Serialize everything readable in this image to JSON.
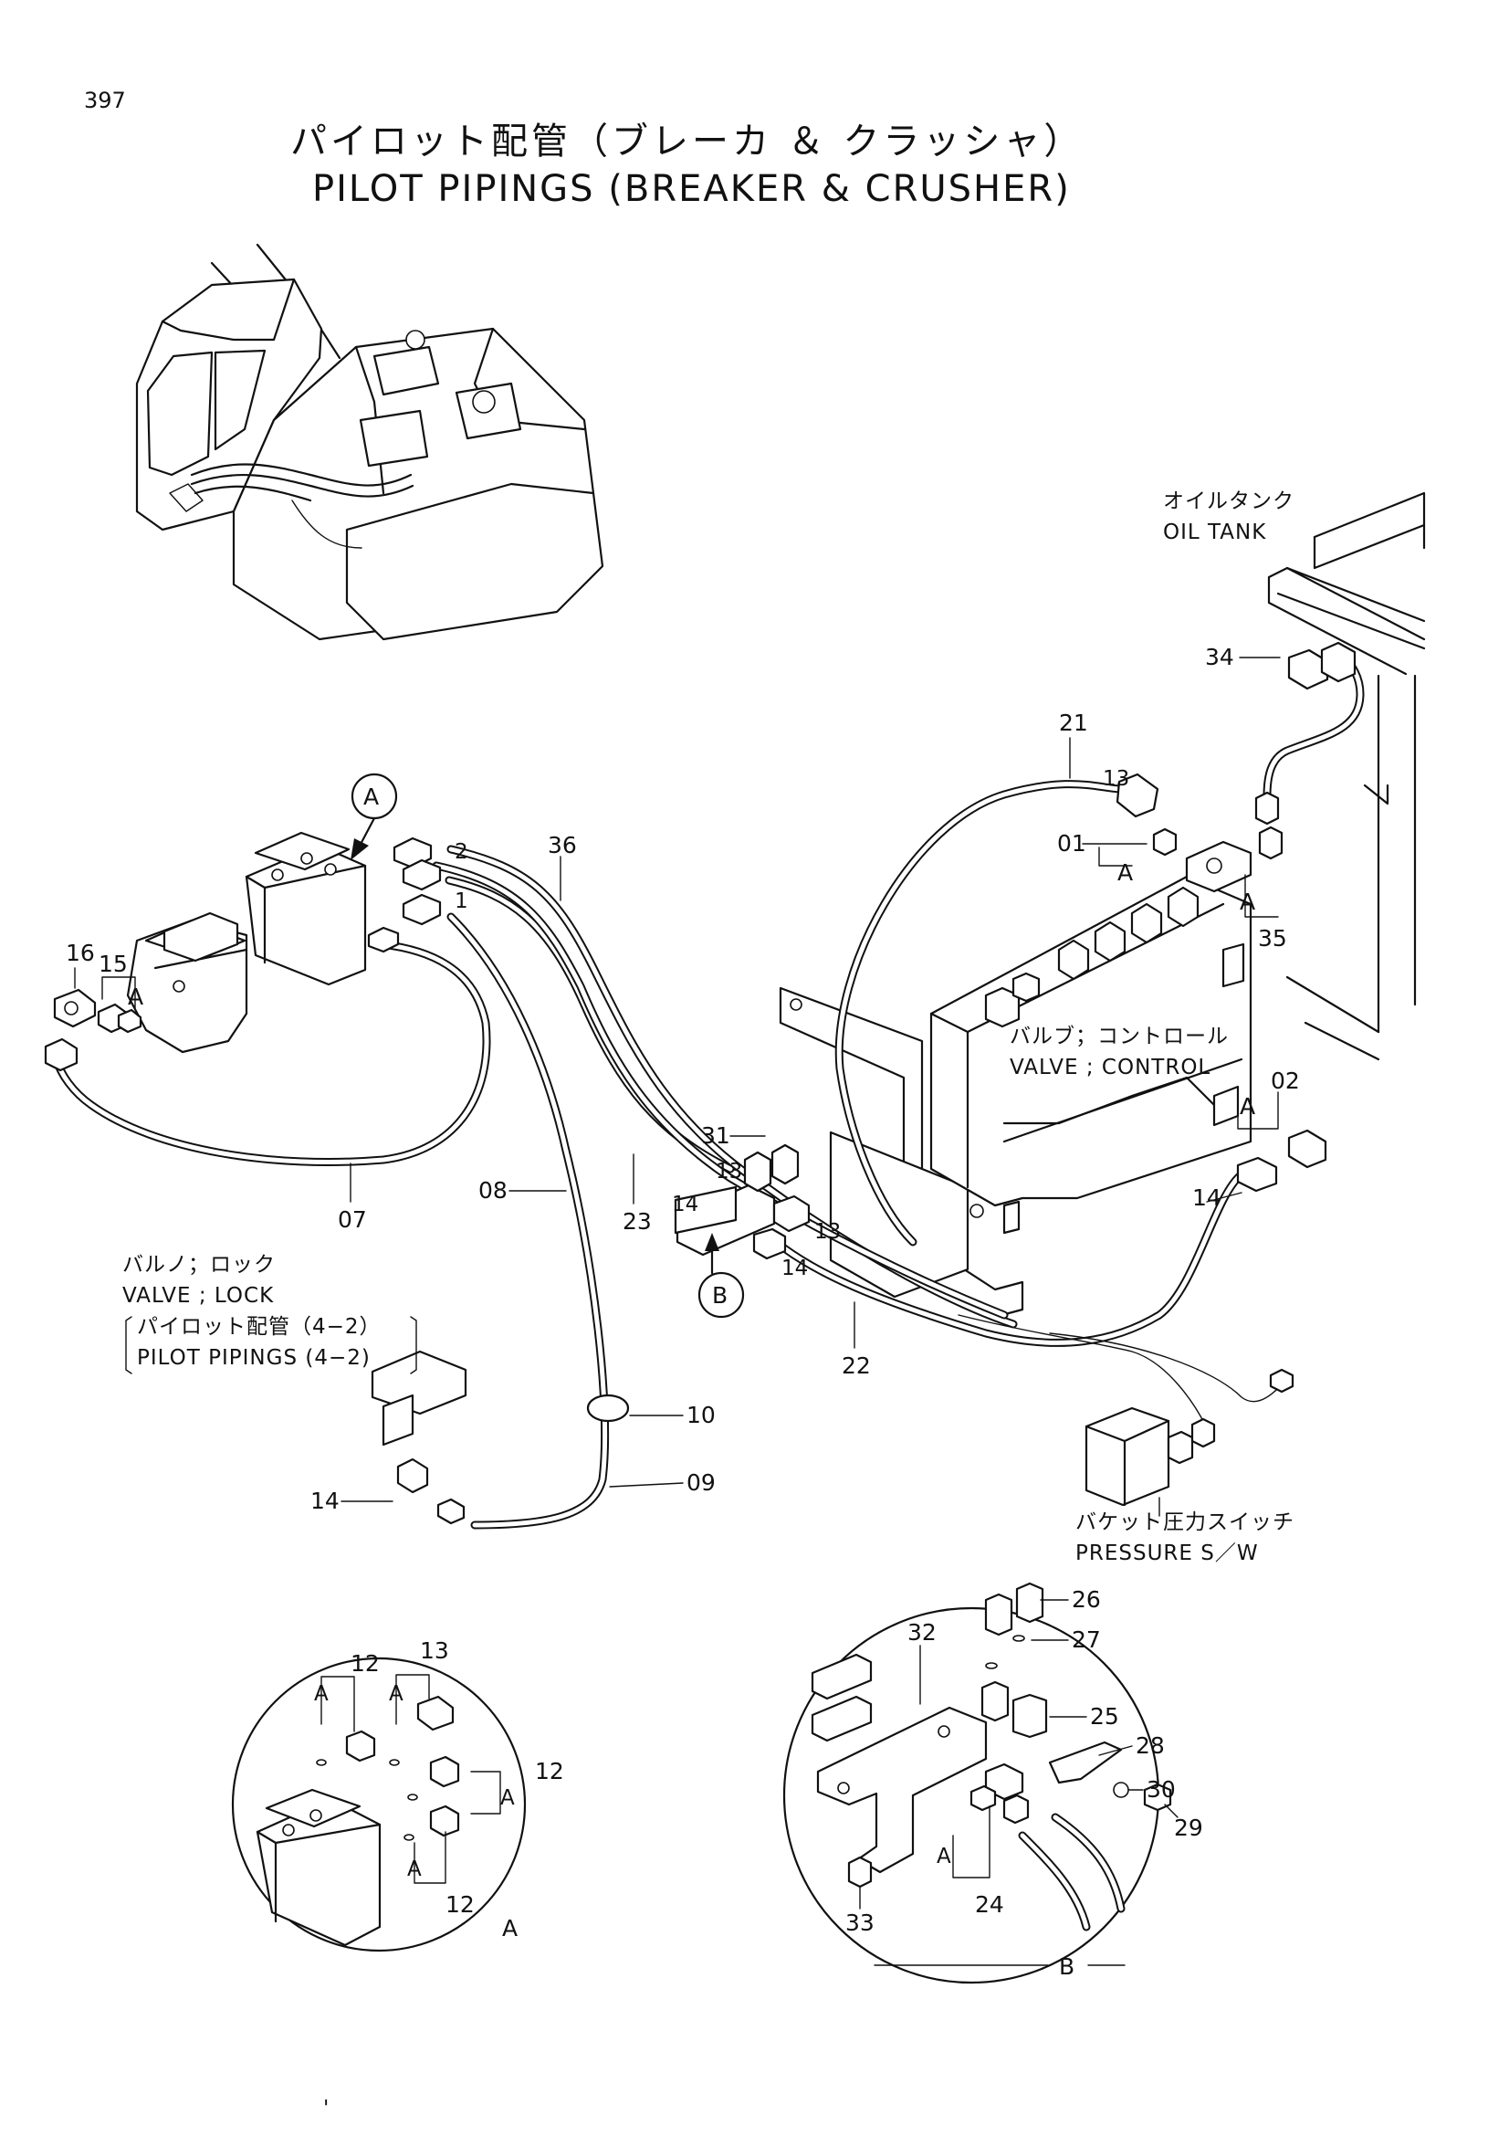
{
  "page_number": "397",
  "title": {
    "jp": "パイロット配管（ブレーカ ＆ クラッシャ）",
    "en": "PILOT  PIPINGS  (BREAKER  &  CRUSHER)"
  },
  "callouts": {
    "A": "A",
    "B": "B"
  },
  "captions": {
    "oil_tank_jp": "オイルタンク",
    "oil_tank_en": "OIL  TANK",
    "valve_control_jp": "バルブ；コントロール",
    "valve_control_en": "VALVE ; CONTROL",
    "valve_lock_jp": "バルノ；ロック",
    "valve_lock_en": "VALVE ; LOCK",
    "pilot_ref_jp": "パイロット配管（4−2）",
    "pilot_ref_en": "PILOT   PIPINGS (4−2)",
    "pressure_sw_jp": "バケット圧力スイッチ",
    "pressure_sw_en": "PRESSURE S／W"
  },
  "part_labels": {
    "p01": "01",
    "p02": "02",
    "p07": "07",
    "p08": "08",
    "p09": "09",
    "p10": "10",
    "p14_lock": "14",
    "p14_valve": "14",
    "p14_block": "14",
    "p13_top": "13",
    "p13_block_a": "13",
    "p13_block_b": "13",
    "p14_small": "14",
    "p15": "15",
    "p16": "16",
    "p21": "21",
    "p22": "22",
    "p23": "23",
    "p31": "31",
    "p34": "34",
    "p35": "35",
    "p36": "36",
    "pipe_1": "1",
    "pipe_2": "2",
    "a_top": "A",
    "a_35": "A",
    "a_02": "A",
    "a_15": "A"
  },
  "detail_a": {
    "label": "A",
    "parts": {
      "p12_a": "12",
      "p13": "13",
      "p12_b": "12",
      "p12_c": "12"
    },
    "a_marks": {
      "m1": "A",
      "m2": "A",
      "m3": "A",
      "m4": "A"
    }
  },
  "detail_b": {
    "label": "B",
    "parts": {
      "p24": "24",
      "p25": "25",
      "p26": "26",
      "p27": "27",
      "p28": "28",
      "p29": "29",
      "p30": "30",
      "p32": "32",
      "p33": "33"
    },
    "a_mark": "A"
  },
  "footer_mark": "'"
}
